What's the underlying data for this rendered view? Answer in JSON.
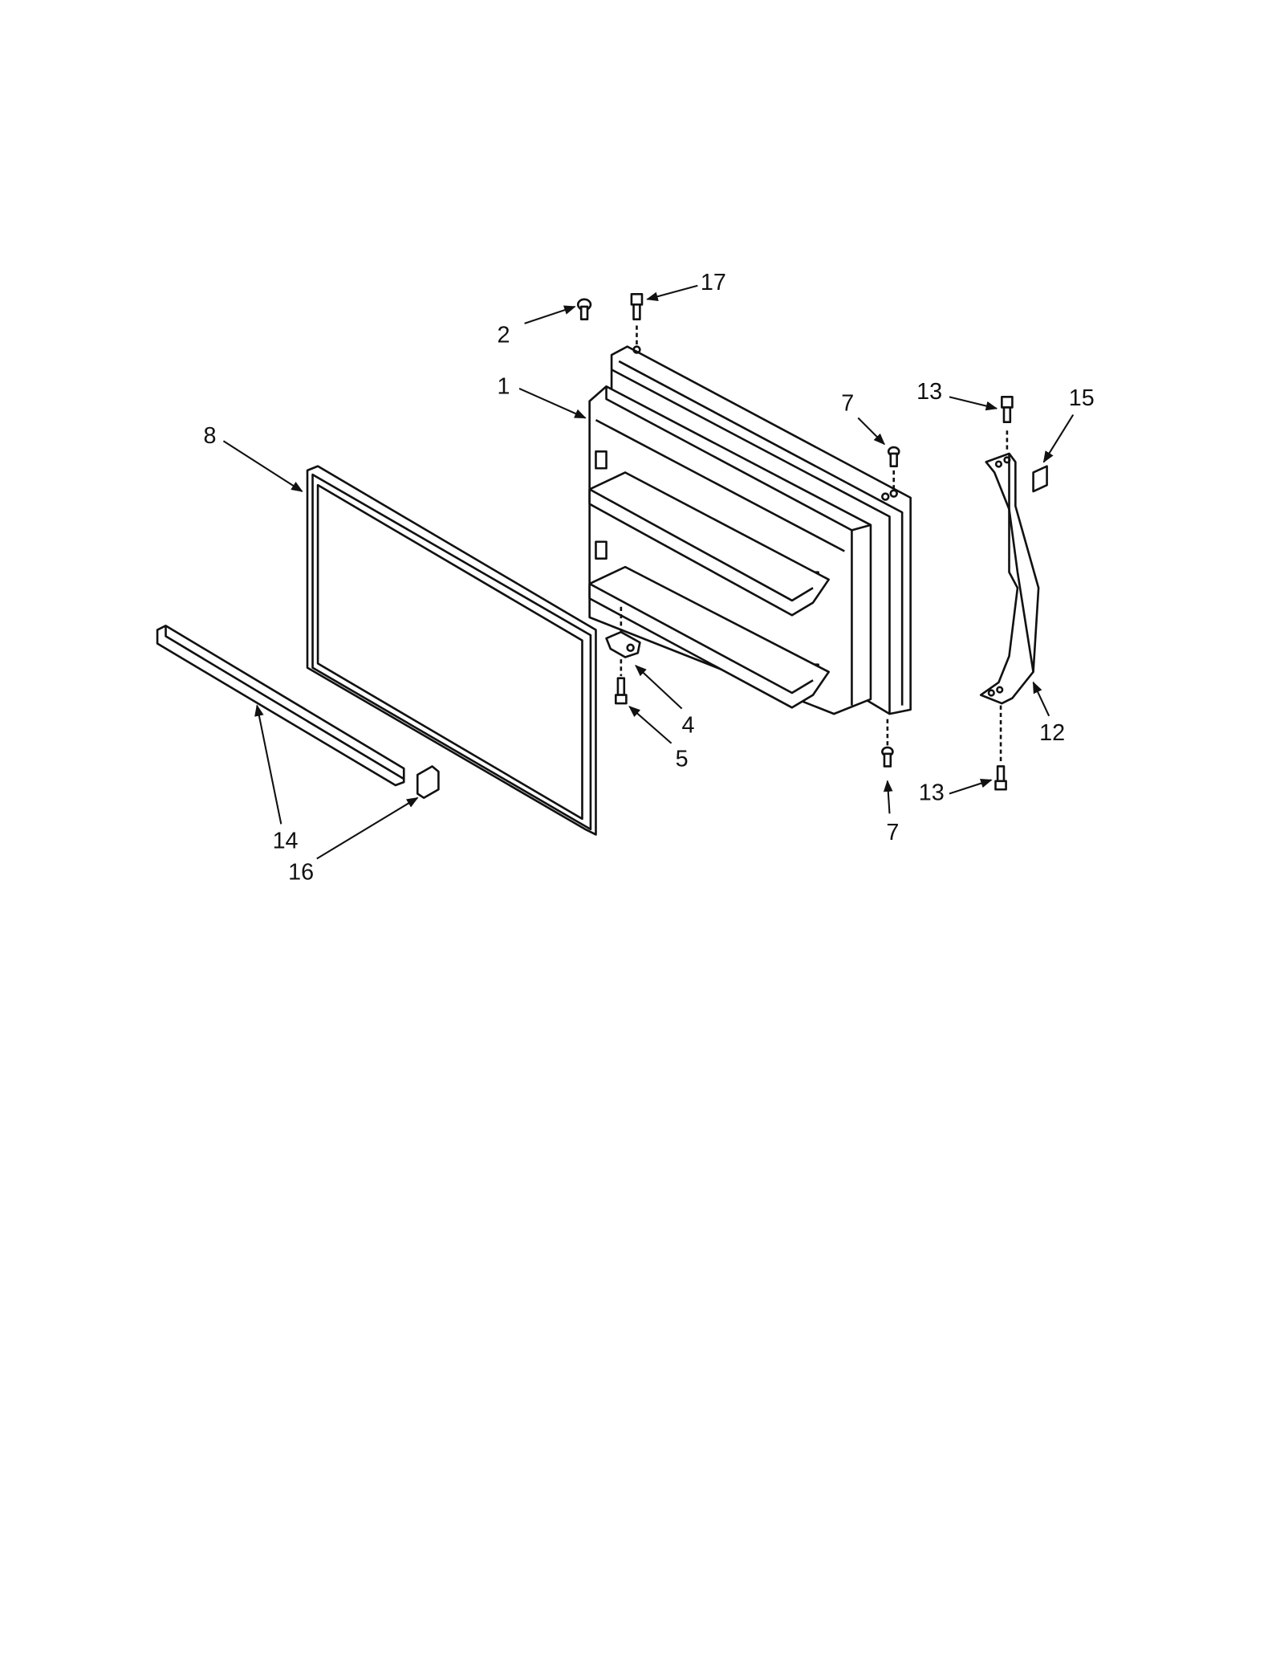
{
  "diagram": {
    "type": "exploded parts diagram",
    "callouts": [
      {
        "label": "17"
      },
      {
        "label": "2"
      },
      {
        "label": "1"
      },
      {
        "label": "8"
      },
      {
        "label": "7"
      },
      {
        "label": "13"
      },
      {
        "label": "15"
      },
      {
        "label": "4"
      },
      {
        "label": "5"
      },
      {
        "label": "12"
      },
      {
        "label": "7"
      },
      {
        "label": "13"
      },
      {
        "label": "14"
      },
      {
        "label": "16"
      }
    ]
  }
}
